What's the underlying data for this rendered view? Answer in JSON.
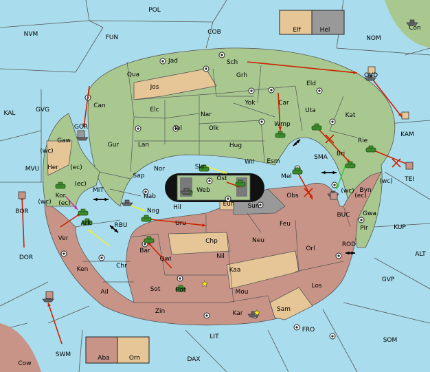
{
  "colors": {
    "sea": "#a9dcec",
    "green": "#a8c890",
    "rose": "#c89488",
    "tan": "#e6c596",
    "grey": "#999999",
    "black": "#111111",
    "move_red": "#cc2200",
    "move_yellow": "#eeee33",
    "move_green": "#33cc33",
    "move_magenta": "#cc33aa",
    "fleet_grey": "#666666",
    "army_green": "#3c8a2a"
  },
  "sea_labels": [
    "POL",
    "NVM",
    "FUN",
    "COB",
    "NOM",
    "KAL",
    "GVG",
    "MVU",
    "BOR",
    "DOR",
    "SWM",
    "LIT",
    "DAX",
    "FRO",
    "SOM",
    "GVP",
    "ALT",
    "KUP",
    "TEI",
    "KAM",
    "OVD",
    "SMA",
    "MIT",
    "RBU",
    "BUC",
    "ROD",
    "GOR"
  ],
  "green_labels": [
    "Jad",
    "Qua",
    "Jos",
    "Sch",
    "Grh",
    "Eld",
    "Can",
    "Elc",
    "Tel",
    "Nar",
    "Olk",
    "Yok",
    "Car",
    "Uta",
    "Kat",
    "Gur",
    "Lan",
    "Hug",
    "Wmp",
    "Rie",
    "Gaw",
    "Her",
    "Nor",
    "Wil",
    "Esm",
    "Bri",
    "Sap",
    "Skr",
    "Ost",
    "Mel",
    "Kor",
    "Nab",
    "Web"
  ],
  "rose_labels": [
    "Hil",
    "Nog",
    "Sun",
    "Obs",
    "Byn",
    "Gwa",
    "Pir",
    "Ark",
    "Uru",
    "Feu",
    "Ver",
    "Chp",
    "Neu",
    "Orl",
    "Bar",
    "Qwi",
    "Nil",
    "Ken",
    "Chr",
    "Kaa",
    "Ail",
    "Sot",
    "Rot",
    "Mou",
    "Los",
    "Zin",
    "Kar",
    "Sam",
    "Eun"
  ],
  "corner_labels": [
    "Con",
    "Cow"
  ],
  "box_labels": {
    "elf": "Elf",
    "hel": "Hel",
    "aba": "Aba",
    "orn": "Orn"
  },
  "coast_marks": [
    "(wc)",
    "(ec)",
    "(ec)",
    "(wc)",
    "(wc)",
    "(ec)",
    "(ec)",
    "(wc)"
  ]
}
